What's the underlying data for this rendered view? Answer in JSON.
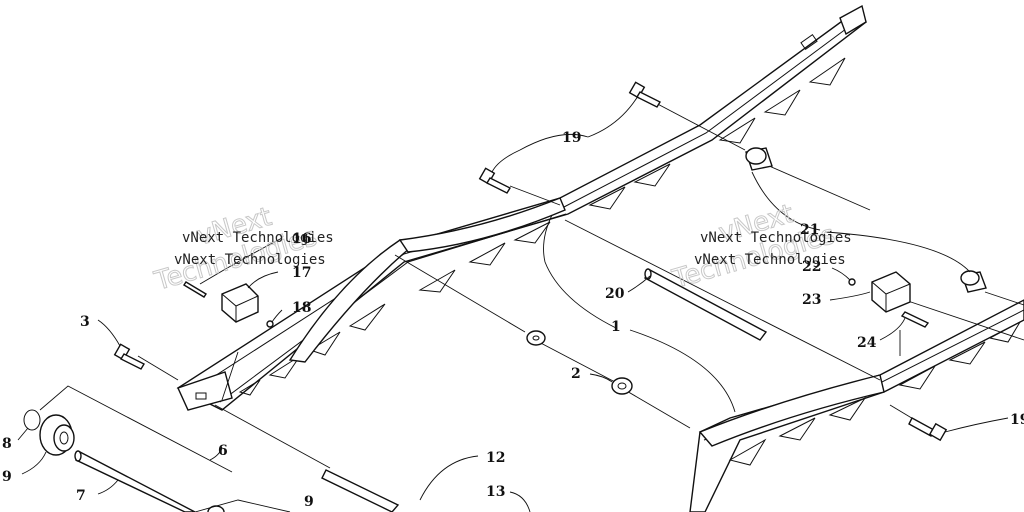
{
  "labels": {
    "l1": "1",
    "l2": "2",
    "l3": "3",
    "l6": "6",
    "l7": "7",
    "l8": "8",
    "l9a": "9",
    "l9b": "9",
    "l12": "12",
    "l13": "13",
    "l16": "16",
    "l17": "17",
    "l18": "18",
    "l19a": "19",
    "l19b": "19",
    "l20": "20",
    "l21": "21",
    "l22": "22",
    "l23": "23",
    "l24": "24"
  },
  "watermark": {
    "line1": "vNext Technologies",
    "line2": "Technologies",
    "line3": "vNext"
  }
}
